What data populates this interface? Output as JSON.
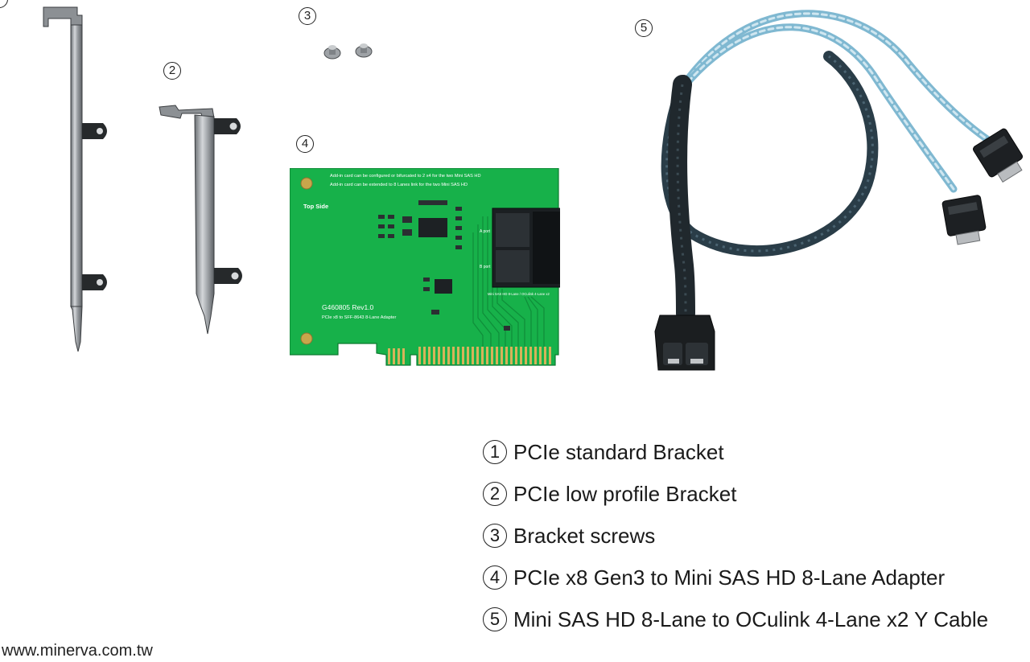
{
  "callouts": {
    "c2": "2",
    "c3": "3",
    "c4": "4",
    "c5": "5"
  },
  "pcb": {
    "note_line1": "Add-in card can be configured or bifurcated to 2 x4 for the two Mini SAS HD",
    "note_line2": "Add-in card can be extended to 8 Lanes link for the two Mini SAS HD",
    "side_label": "Top Side",
    "model": "G460805 Rev1.0",
    "model_desc": "PCIe x8 to SFF-8643 8-Lane Adapter",
    "port_a": "A port",
    "port_b": "B port",
    "connector_note": "Mini SAS HD 8-Lane / OCulink 4-Lane x2"
  },
  "legend": [
    {
      "num": "1",
      "label": "PCIe standard Bracket"
    },
    {
      "num": "2",
      "label": "PCIe low profile Bracket"
    },
    {
      "num": "3",
      "label": "Bracket screws"
    },
    {
      "num": "4",
      "label": "PCIe x8 Gen3 to Mini SAS HD 8-Lane Adapter"
    },
    {
      "num": "5",
      "label": "Mini SAS HD 8-Lane to OCulink 4-Lane x2 Y Cable"
    }
  ],
  "website": "www.minerva.com.tw",
  "colors": {
    "pcb_green": "#17b14a",
    "cable_sleeve": "#2a3d48",
    "cable_blue": "#8fc6dc",
    "bracket_metal": "#a9adb1"
  }
}
